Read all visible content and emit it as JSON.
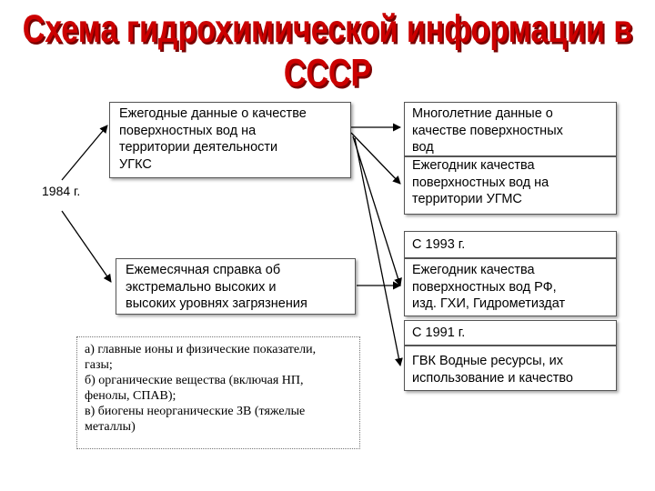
{
  "title": "Схема гидрохимической информации в СССР",
  "year_label": "1984 г.",
  "boxes": {
    "annual_ugks": [
      "Ежегодные данные о качестве",
      "поверхностных вод на",
      "территории деятельности",
      "УГКС"
    ],
    "monthly_reference": [
      "Ежемесячная справка об",
      "экстремально высоких и",
      "высоких уровнях загрязнения"
    ],
    "longterm": [
      "Многолетние данные о",
      "качестве поверхностных",
      "вод"
    ],
    "yearbook_ugms": [
      "Ежегодник качества",
      "поверхностных вод на",
      "территории УГМС"
    ],
    "since_1993_label": "С 1993 г.",
    "yearbook_rf": [
      "Ежегодник качества",
      "поверхностных вод РФ,",
      "изд. ГХИ, Гидрометиздат"
    ],
    "since_1991_label": "С 1991 г.",
    "gvk": [
      "ГВК Водные ресурсы, их",
      "использование и качество"
    ]
  },
  "indicators": [
    "а) главные ионы и физические показатели,",
    "газы;",
    "б) органические вещества (включая НП,",
    "фенолы, СПАВ);",
    "в) биогены  неорганические ЗВ (тяжелые",
    "металлы)"
  ],
  "colors": {
    "title": "#cc0000",
    "title_shadow": "#7a0000",
    "border": "#555555",
    "arrow": "#000000"
  }
}
